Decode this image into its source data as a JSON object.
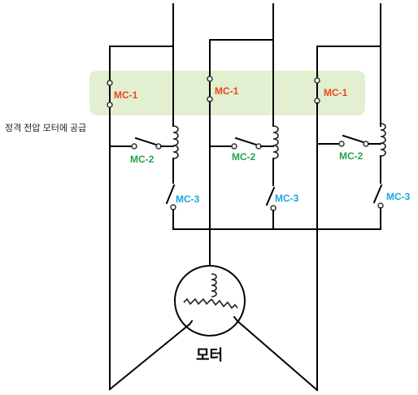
{
  "labels": {
    "mc1": "MC-1",
    "mc2": "MC-2",
    "mc3": "MC-3",
    "note": "정격 전압 모터에 공급",
    "motor": "모터"
  },
  "colors": {
    "mc1": "#e8491d",
    "mc2": "#22a44a",
    "mc3": "#1aa6e0",
    "highlight": "#e2efd0"
  }
}
